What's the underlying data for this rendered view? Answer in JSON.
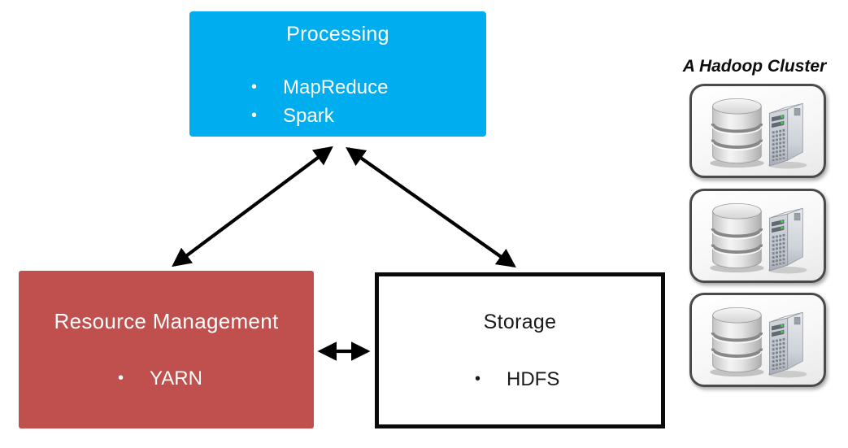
{
  "diagram": {
    "bullet_glyph": "•",
    "arrow_color": "#000000",
    "boxes": {
      "processing": {
        "title": "Processing",
        "items": [
          "MapReduce",
          "Spark"
        ],
        "fill": "#00AEEF",
        "text_color": "#FFFFFF"
      },
      "resource_management": {
        "title": "Resource Management",
        "items": [
          "YARN"
        ],
        "fill": "#C0504D",
        "text_color": "#FFFFFF"
      },
      "storage": {
        "title": "Storage",
        "items": [
          "HDFS"
        ],
        "fill": "#FFFFFF",
        "border_color": "#000000",
        "text_color": "#1A1A1A"
      }
    },
    "connectors": [
      {
        "from": "processing",
        "to": "resource_management",
        "type": "bidirectional-arrow"
      },
      {
        "from": "processing",
        "to": "storage",
        "type": "bidirectional-arrow"
      },
      {
        "from": "resource_management",
        "to": "storage",
        "type": "bidirectional-arrow"
      }
    ],
    "cluster": {
      "label": "A Hadoop Cluster",
      "node_count": 3,
      "node_icons": [
        "database-icon",
        "server-tower-icon"
      ],
      "box_border_color": "#4A4A4A"
    }
  }
}
